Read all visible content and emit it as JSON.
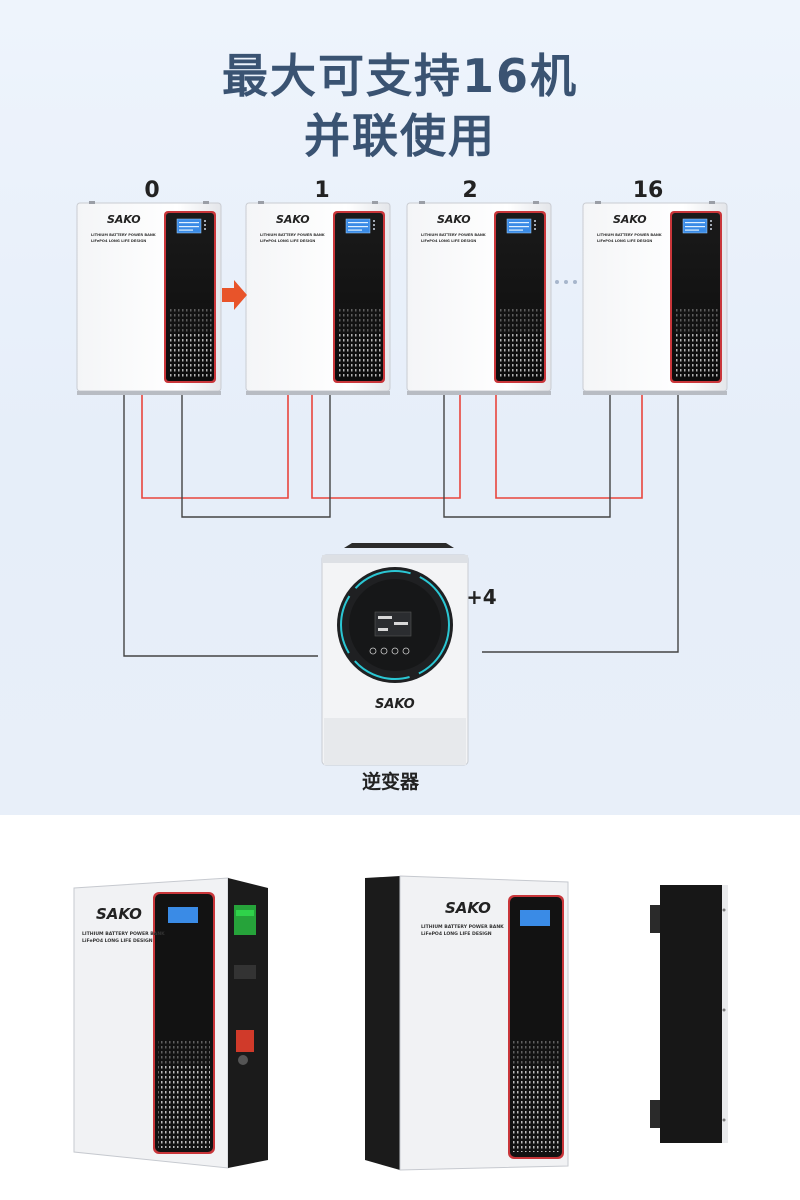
{
  "headline": {
    "line1": "最大可支持16机",
    "line2": "并联使用"
  },
  "units": {
    "labels": [
      "0",
      "1",
      "2",
      "16"
    ],
    "brand": "SAKO",
    "line1": "LITHIUM BATTERY POWER BANK",
    "line2": "LiFePO4 LONG LIFE DESIGN"
  },
  "inverter": {
    "brand": "SAKO",
    "label": "逆变器",
    "plus": "+4"
  },
  "colors": {
    "headline": "#3a5372",
    "red_wire": "#e8453c",
    "black_wire": "#444444",
    "arrow": "#e8542a",
    "screen": "#2f7fd8"
  },
  "icons": [
    "right-arrow-icon",
    "ellipsis-icon"
  ]
}
